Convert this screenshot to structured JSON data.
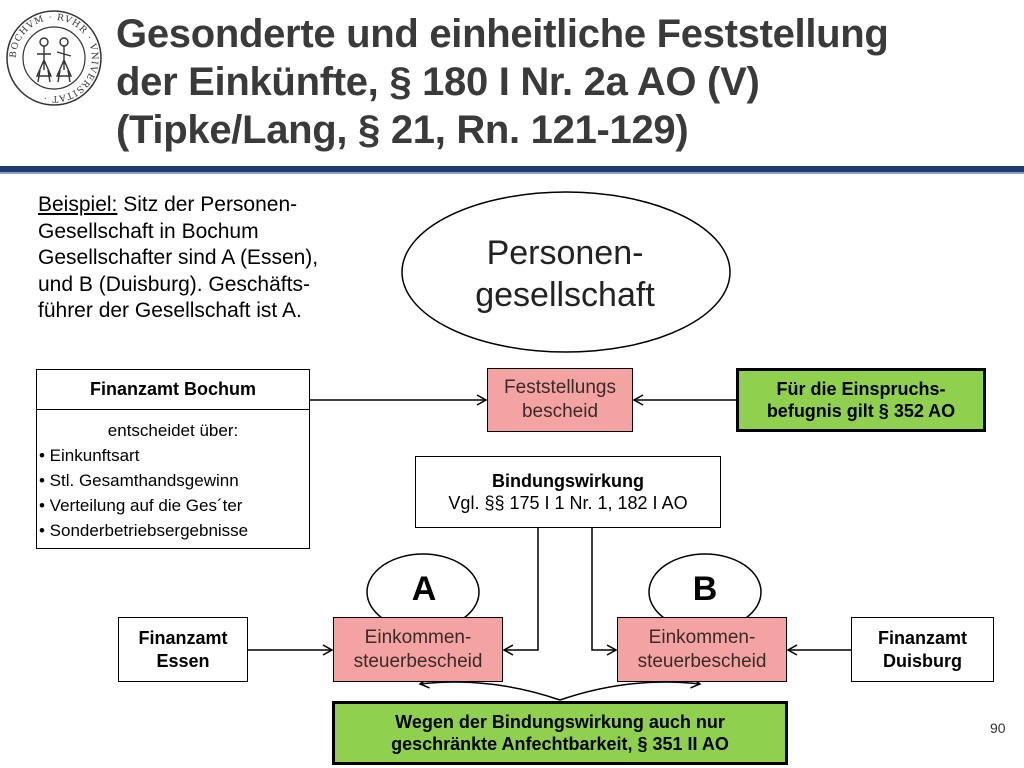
{
  "title": {
    "line1": "Gesonderte und einheitliche Feststellung",
    "line2": "der Einkünfte, § 180 I Nr. 2a AO (V)",
    "line3": "(Tipke/Lang, § 21, Rn. 121-129)"
  },
  "seal": {
    "text": "BOCHVM · RVHR · VNIVERSITAT ·"
  },
  "example": {
    "label": "Beispiel:",
    "line1_rest": " Sitz der Personen-",
    "line2": "Gesellschaft in Bochum",
    "line3": "Gesellschafter sind  A (Essen),",
    "line4": "und  B  (Duisburg).  Geschäfts-",
    "line5": "führer der Gesellschaft ist  A."
  },
  "partnership": {
    "line1": "Personen-",
    "line2": "gesellschaft"
  },
  "fa_bochum": {
    "title": "Finanzamt Bochum",
    "intro": "entscheidet über:",
    "items": [
      "• Einkunftsart",
      "• Stl. Gesamthandsgewinn",
      "• Verteilung auf die Ges´ter",
      "• Sonderbetriebsergebnisse"
    ]
  },
  "feststellung": {
    "line1": "Feststellungs",
    "line2": "bescheid"
  },
  "einspruch": {
    "line1": "Für die Einspruchs-",
    "line2": "befugnis gilt § 352 AO"
  },
  "bindung": {
    "title": "Bindungswirkung",
    "ref": "Vgl. §§ 175 I 1 Nr. 1, 182 I AO"
  },
  "partners": {
    "a": "A",
    "b": "B"
  },
  "fa_essen": {
    "line1": "Finanzamt",
    "line2": "Essen"
  },
  "fa_duisburg": {
    "line1": "Finanzamt",
    "line2": "Duisburg"
  },
  "est_a": {
    "line1": "Einkommen-",
    "line2": "steuerbescheid"
  },
  "est_b": {
    "line1": "Einkommen-",
    "line2": "steuerbescheid"
  },
  "anfechtung": {
    "line1": "Wegen der Bindungswirkung auch nur",
    "line2": "geschränkte Anfechtbarkeit, § 351 II AO"
  },
  "page_number": "90",
  "colors": {
    "title_text": "#3a3a3a",
    "rule_dark": "#1f3a6e",
    "rule_light": "#8aa0c6",
    "pink_box": "#f4a3a3",
    "green_box": "#8fd14f"
  }
}
